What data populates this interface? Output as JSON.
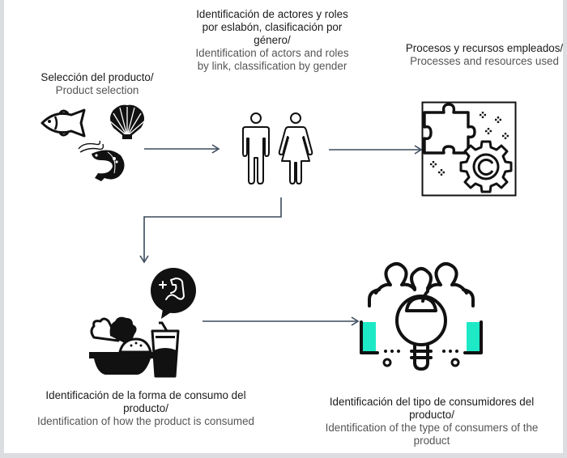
{
  "steps": [
    {
      "id": "product-selection",
      "title_es": "Selección del producto/",
      "title_en": "Product selection",
      "icons": [
        "fish-icon",
        "scallop-shell-icon",
        "shrimp-icon"
      ]
    },
    {
      "id": "actors-roles",
      "title_es": "Identificación de actores y roles por eslabón, clasificación por género/",
      "title_en": "Identification of actors and roles by link, classification by gender",
      "icons": [
        "man-icon",
        "woman-icon"
      ]
    },
    {
      "id": "processes-resources",
      "title_es": "Procesos y recursos empleados/",
      "title_en": "Processes and resources used",
      "icons": [
        "puzzle-gear-icon"
      ]
    },
    {
      "id": "consumption-form",
      "title_es": "Identificación de la forma de consumo del producto/",
      "title_en": "Identification of how the product is consumed",
      "icons": [
        "food-bowl-drink-icon",
        "muscle-bubble-icon"
      ]
    },
    {
      "id": "consumer-type",
      "title_es": "Identificación del tipo de consumidores del producto/",
      "title_en": "Identification of the type of consumers of the product",
      "icons": [
        "consumer-search-icon"
      ]
    }
  ],
  "colors": {
    "arrow": "#3b4a5c",
    "accent": "#1de9c6",
    "icon": "#111111",
    "text_es": "#1a1a1a",
    "text_en": "#555555"
  }
}
